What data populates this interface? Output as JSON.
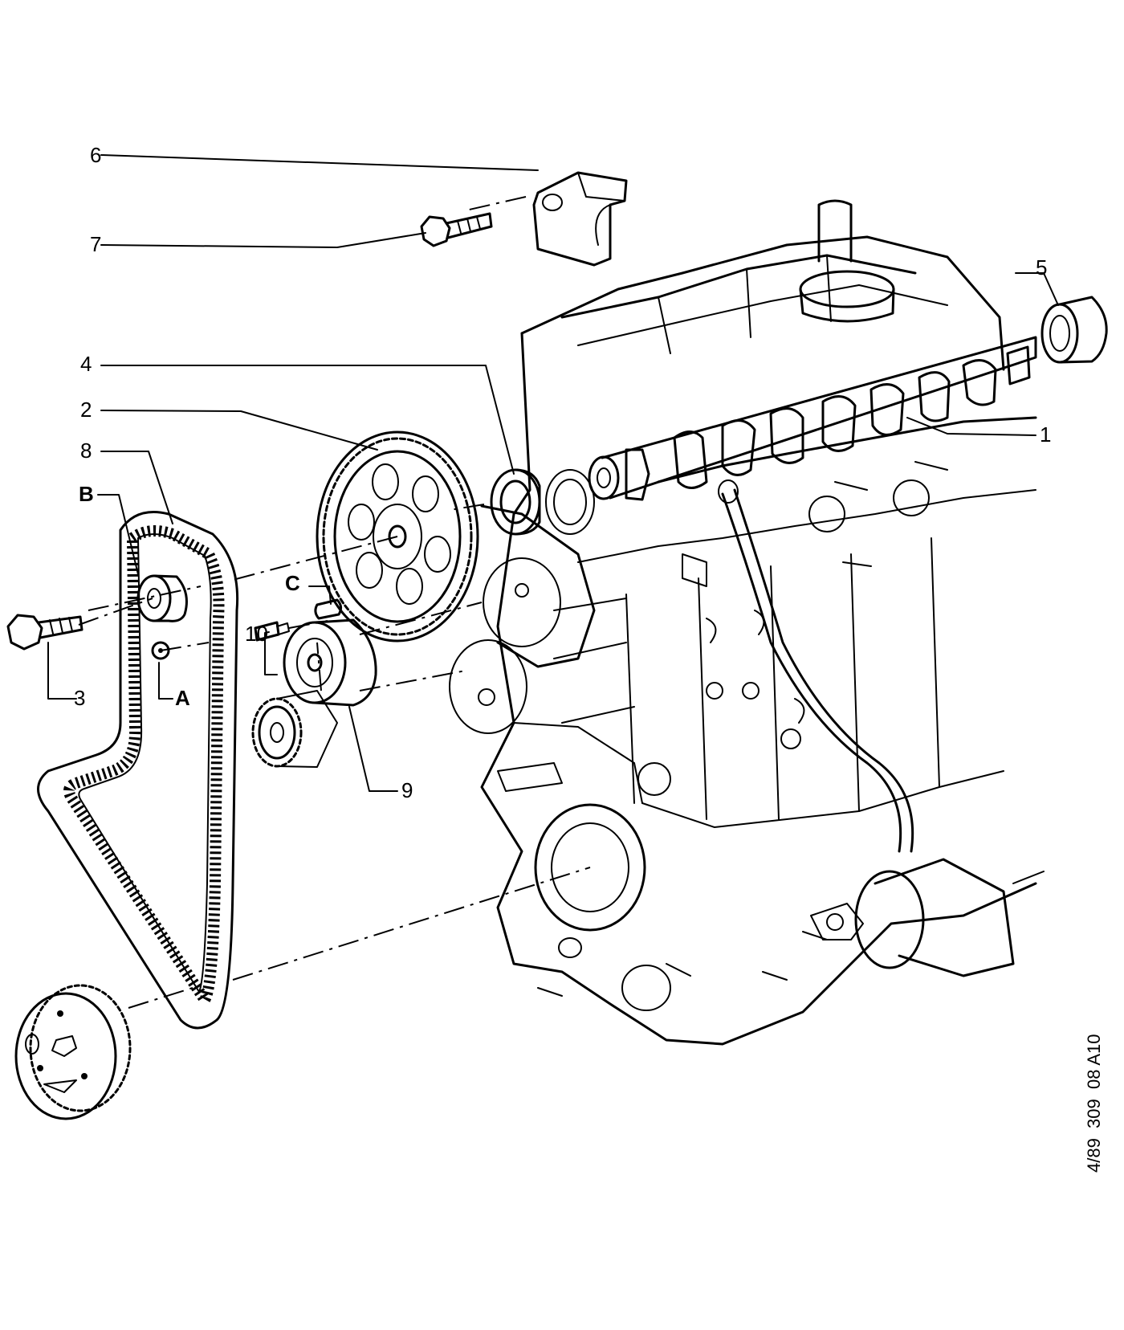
{
  "labels": {
    "camshaft": "1",
    "camshaft_sprocket": "2",
    "bolt": "3",
    "oil_seal": "4",
    "plug": "5",
    "bracket": "6",
    "bracket_bolt": "7",
    "timing_belt": "8",
    "tensioner": "9",
    "stud": "10",
    "point_a": "A",
    "point_b": "B",
    "point_c": "C"
  },
  "reference": "4/89  309  08 A10"
}
